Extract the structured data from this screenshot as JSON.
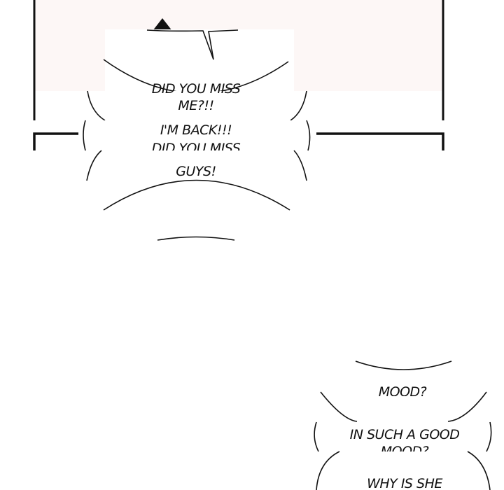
{
  "panel_top": {
    "background": "#fdf7f6"
  },
  "bubble_upper": {
    "lines": [
      "DID YOU MISS",
      "ME?!!",
      "I'M BACK!!!",
      "DID YOU MISS",
      "GUYS!"
    ]
  },
  "bubble_lower": {
    "lines": [
      "MOOD?",
      "IN SUCH A GOOD",
      "MOOD?",
      "WHY IS SHE"
    ]
  }
}
